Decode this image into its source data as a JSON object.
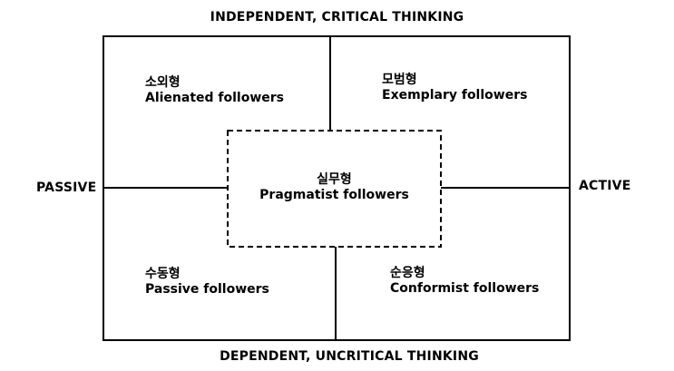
{
  "axes": {
    "top": "INDEPENDENT, CRITICAL THINKING",
    "bottom": "DEPENDENT, UNCRITICAL THINKING",
    "left": "PASSIVE",
    "right": "ACTIVE"
  },
  "quadrants": {
    "alienated": {
      "ko": "소외형",
      "en": "Alienated followers"
    },
    "exemplary": {
      "ko": "모범형",
      "en": "Exemplary followers"
    },
    "passive": {
      "ko": "수동형",
      "en": "Passive followers"
    },
    "conformist": {
      "ko": "순응형",
      "en": "Conformist followers"
    },
    "pragmatist": {
      "ko": "실무형",
      "en": "Pragmatist followers"
    }
  },
  "colors": {
    "line": "#000000",
    "background": "#ffffff"
  }
}
